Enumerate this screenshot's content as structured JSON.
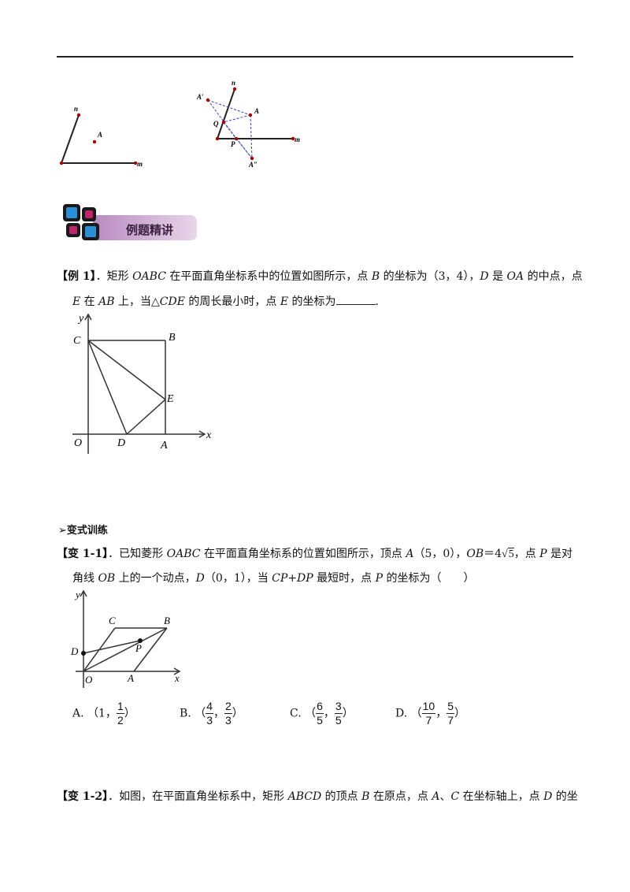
{
  "figures_top": {
    "left": {
      "n": "n",
      "A": "A",
      "m": "m"
    },
    "right": {
      "n": "n",
      "A_prime": "A′",
      "A": "A",
      "Q": "Q",
      "P": "P",
      "m": "m",
      "A_dprime": "A″"
    }
  },
  "banner": {
    "title": "例题精讲",
    "colors": {
      "blue": "#2b8fd6",
      "magenta": "#c0246a",
      "purple_bg": "#c9a6cf"
    }
  },
  "example1": {
    "tag": "【例 1】",
    "line1_a": "．矩形 ",
    "line1_b": "OABC",
    "line1_c": " 在平面直角坐标系中的位置如图所示，点 ",
    "line1_d": "B",
    "line1_e": " 的坐标为（3，4），",
    "line1_f": "D",
    "line1_g": " 是 ",
    "line1_h": "OA",
    "line1_i": " 的中点，点",
    "line2_a": "E",
    "line2_b": " 在 ",
    "line2_c": "AB",
    "line2_d": " 上，当△",
    "line2_e": "CDE",
    "line2_f": " 的周长最小时，点 ",
    "line2_g": "E",
    "line2_h": " 的坐标为",
    "line2_end": ".",
    "figure": {
      "y": "y",
      "x": "x",
      "C": "C",
      "B": "B",
      "E": "E",
      "O": "O",
      "D": "D",
      "A": "A"
    }
  },
  "section_title": "➢变式训练",
  "variant1": {
    "tag": "【变 1-1】",
    "line1_a": "．已知菱形 ",
    "line1_b": "OABC",
    "line1_c": " 在平面直角坐标系的位置如图所示，顶点 ",
    "line1_d": "A",
    "line1_e": "（5，0），",
    "line1_f": "OB",
    "line1_g": "＝4",
    "line1_sqrt": "5",
    "line1_h": "，点 ",
    "line1_i": "P",
    "line1_j": " 是对",
    "line2_a": "角线 ",
    "line2_b": "OB",
    "line2_c": " 上的一个动点，",
    "line2_d": "D",
    "line2_e": "（0，1），当 ",
    "line2_f": "CP",
    "line2_g": "+",
    "line2_h": "DP",
    "line2_i": " 最短时，点 ",
    "line2_j": "P",
    "line2_k": " 的坐标为（　　）",
    "figure": {
      "y": "y",
      "x": "x",
      "C": "C",
      "B": "B",
      "D": "D",
      "P": "P",
      "O": "O",
      "A": "A"
    },
    "choices": [
      {
        "label": "A.",
        "open": "（1，",
        "n1": "1",
        "d1": "2",
        "close": "）"
      },
      {
        "label": "B.",
        "open": "（",
        "n1": "4",
        "d1": "3",
        "sep": "，",
        "n2": "2",
        "d2": "3",
        "close": "）"
      },
      {
        "label": "C.",
        "open": "（",
        "n1": "6",
        "d1": "5",
        "sep": "，",
        "n2": "3",
        "d2": "5",
        "close": "）"
      },
      {
        "label": "D.",
        "open": "（",
        "n1": "10",
        "d1": "7",
        "sep": "，",
        "n2": "5",
        "d2": "7",
        "close": "）"
      }
    ]
  },
  "variant2": {
    "tag": "【变 1-2】",
    "line1_a": "．如图，在平面直角坐标系中，矩形 ",
    "line1_b": "ABCD",
    "line1_c": " 的顶点 ",
    "line1_d": "B",
    "line1_e": " 在原点，点 ",
    "line1_f": "A",
    "line1_g": "、",
    "line1_h": "C",
    "line1_i": " 在坐标轴上，点 ",
    "line1_j": "D",
    "line1_k": " 的坐"
  }
}
